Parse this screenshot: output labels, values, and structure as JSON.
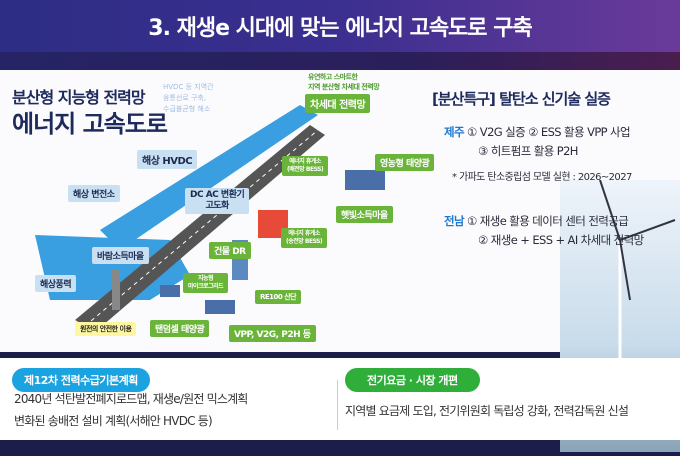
{
  "title": "3. 재생e 시대에 맞는 에너지 고속도로 구축",
  "diagram": {
    "heading1": "분산형 지능형 전력망",
    "heading2": "에너지 고속도로",
    "hvdc_note": [
      "HVDC 등 지역간",
      "융통선로 구축,",
      "수급불균형 해소"
    ],
    "smart_note": [
      "유연하고 스마트한",
      "지역 분산형 차세대 전력망"
    ],
    "labels": {
      "next_grid": "차세대 전력망",
      "offshore_hvdc": "해상 HVDC",
      "offshore_substation": "해상 변전소",
      "dc_ac": "DC AC 변환기",
      "dc_ac2": "고도화",
      "wind_village": "바람소득마을",
      "offshore_wind": "해상풍력",
      "nuclear": "원전의 안전한 이용",
      "bess_dist": "에너지 휴게소",
      "bess_dist2": "(배전망 BESS)",
      "bess_trans": "에너지 휴게소",
      "bess_trans2": "(송전망 BESS)",
      "agri_solar": "영농형 태양광",
      "sun_village": "햇빛소득마을",
      "building_dr": "건물 DR",
      "microgrid": "지능형",
      "microgrid2": "마이크로그리드",
      "re100": "RE100 산단",
      "tandem": "탠덤셀 태양광",
      "vpp": "VPP, V2G, P2H 등"
    }
  },
  "right": {
    "heading": "[분산특구] 탈탄소 신기술 실증",
    "jeju_label": "제주",
    "jeju_lines": [
      "① V2G 실증 ② ESS 활용 VPP 사업",
      "③ 히트펌프 활용 P2H"
    ],
    "note": "* 가파도 탄소중립섬 모델 실현 : 2026~2027",
    "jeonnam_label": "전남",
    "jeonnam_lines": [
      "① 재생e 활용 데이터 센터 전력공급",
      "② 재생e + ESS  + AI 차세대 전력망"
    ]
  },
  "bottom": {
    "left_pill": "제12차 전력수급기본계획",
    "left_lines": [
      "2040년 석탄발전폐지로드맵, 재생e/원전 믹스계획",
      "변화된 송배전 설비 계획(서해안 HVDC 등)"
    ],
    "right_pill": "전기요금 · 시장 개편",
    "right_line": "지역별 요금제 도입, 전기위원회 독립성 강화, 전력감독원 신설"
  },
  "colors": {
    "title_bg": "#3b2f8f",
    "accent_blue": "#1c78d0",
    "green": "#2fae3a",
    "pill_blue": "#1aa3e0"
  }
}
